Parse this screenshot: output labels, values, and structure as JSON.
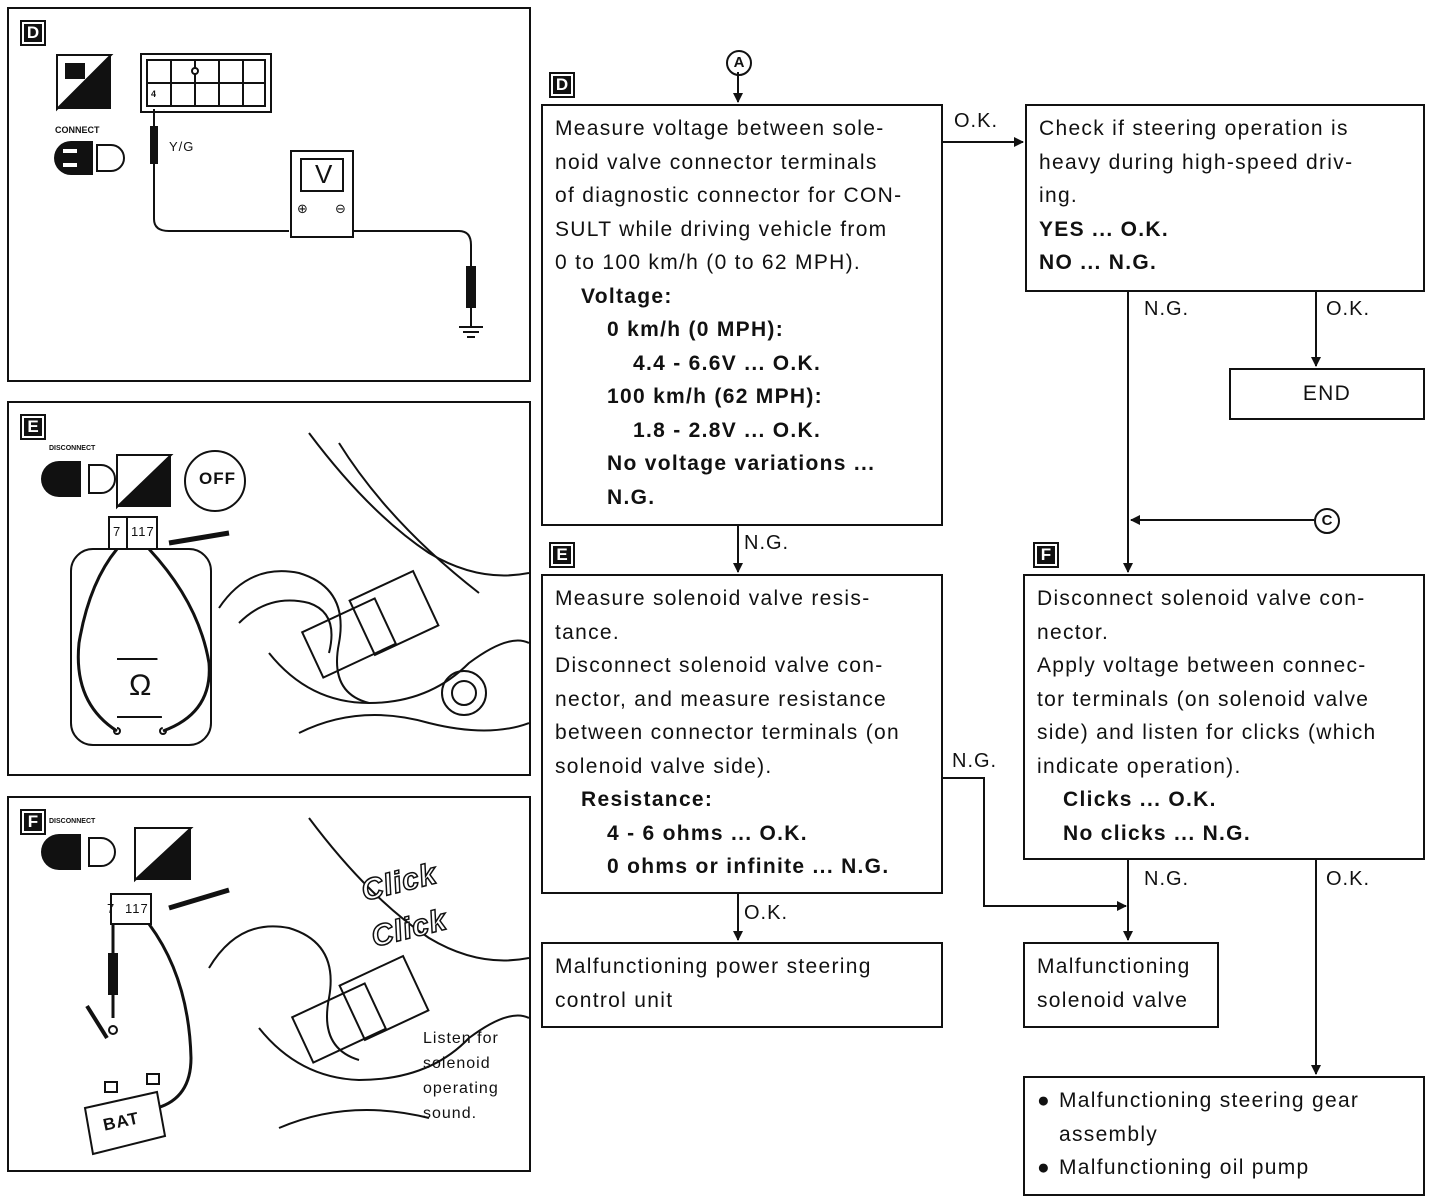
{
  "panels": {
    "d": {
      "badge": "D",
      "connect_label": "CONNECT",
      "wire_label": "Y/G",
      "pin_label": "4",
      "meter_label": "V",
      "pos_label": "⊕",
      "neg_label": "⊖"
    },
    "e": {
      "badge": "E",
      "disconnect_label": "DISCONNECT",
      "ignition_label": "OFF",
      "terminal_a": "7",
      "terminal_b": "117",
      "meter_label": "Ω"
    },
    "f": {
      "badge": "F",
      "disconnect_label": "DISCONNECT",
      "terminal_a": "7",
      "terminal_b": "117",
      "battery_label": "BAT",
      "click1": "Click",
      "click2": "Click",
      "listen_note": [
        "Listen for",
        "solenoid",
        "operating",
        "sound."
      ]
    }
  },
  "flow": {
    "connector_a": "A",
    "connector_c": "C",
    "step_d": {
      "badge": "D",
      "lines": [
        "Measure voltage between sole-",
        "noid valve connector terminals",
        "of diagnostic connector for CON-",
        "SULT while driving vehicle from",
        "0 to 100 km/h (0 to 62 MPH)."
      ],
      "voltage_title": "Voltage:",
      "speed0": "0 km/h (0 MPH):",
      "range0": "4.4 - 6.6V ... O.K.",
      "speed100": "100 km/h (62 MPH):",
      "range100": "1.8 - 2.8V ... O.K.",
      "ng1": "No voltage variations ...",
      "ng2": "N.G."
    },
    "check": {
      "lines": [
        "Check if steering operation is",
        "heavy during high-speed driv-",
        "ing."
      ],
      "yes": "YES ... O.K.",
      "no": "NO ... N.G."
    },
    "end": "END",
    "step_e": {
      "badge": "E",
      "lines": [
        "Measure solenoid valve resis-",
        "tance.",
        "Disconnect solenoid valve con-",
        "nector, and measure resistance",
        "between connector terminals (on",
        "solenoid valve side)."
      ],
      "res_title": "Resistance:",
      "ok": "4 - 6 ohms ... O.K.",
      "ng": "0 ohms or infinite ... N.G."
    },
    "step_f": {
      "badge": "F",
      "lines": [
        "Disconnect solenoid valve con-",
        "nector.",
        "Apply voltage between connec-",
        "tor terminals (on solenoid valve",
        "side) and listen for clicks (which",
        "indicate operation)."
      ],
      "ok": "Clicks ... O.K.",
      "ng": "No clicks ... N.G."
    },
    "result_unit": [
      "Malfunctioning power steering",
      "control unit"
    ],
    "result_solenoid": [
      "Malfunctioning",
      "solenoid valve"
    ],
    "result_gear": {
      "bullet": "●",
      "item1": [
        "Malfunctioning steering gear",
        "assembly"
      ],
      "item2": "Malfunctioning oil pump"
    },
    "labels": {
      "d_ok": "O.K.",
      "d_ng": "N.G.",
      "check_ng": "N.G.",
      "check_ok": "O.K.",
      "e_ng": "N.G.",
      "e_ok": "O.K.",
      "f_ng": "N.G.",
      "f_ok": "O.K."
    }
  }
}
